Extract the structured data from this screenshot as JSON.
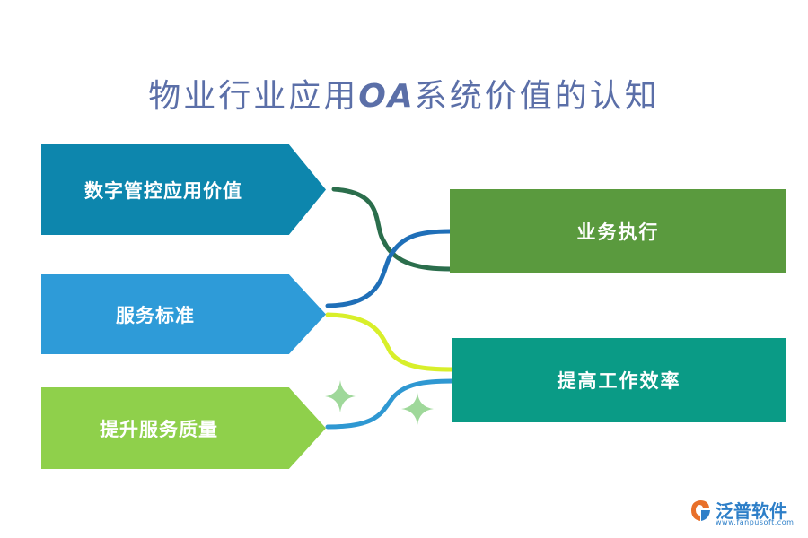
{
  "title": {
    "prefix": "物业行业应用",
    "oa": "OA",
    "suffix": "系统价值的认知"
  },
  "left_items": [
    "数字管控应用价值",
    "服务标准",
    "提升服务质量"
  ],
  "right_items": [
    "业务执行",
    "提高工作效率"
  ],
  "logo": {
    "name": "泛普软件",
    "url": "www.fanpusoft.com"
  },
  "colors": {
    "item1": "#0d86ad",
    "item2": "#2e9bd8",
    "item3": "#8fd04b",
    "box1": "#5a9a3e",
    "box2": "#0a9b86",
    "curve1": "#2b6e4c",
    "curve2": "#1f6fb8",
    "curve3": "#d8ef2a",
    "curve4": "#2f98d2",
    "sparkle": "#9fd89a"
  }
}
